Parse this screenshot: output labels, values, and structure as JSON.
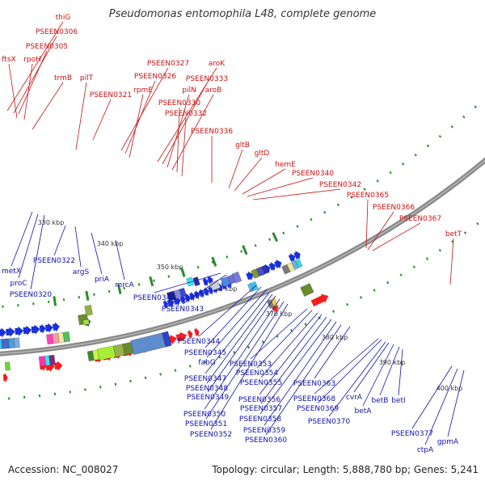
{
  "title": "Pseudomonas entomophila L48, complete genome",
  "footer": {
    "accession": "Accession: NC_008027",
    "summary": "Topology: circular; Length: 5,888,780 bp; Genes: 5,241"
  },
  "colors": {
    "backbone": "#8a8a8a",
    "forward_label": "#cc1111",
    "reverse_label": "#1010aa",
    "tick": "#2e8b2e",
    "forward_gene": "#ff1a1a",
    "reverse_gene": "#1a2fe0"
  },
  "ticks": [
    "330 kbp",
    "340 kbp",
    "350 kbp",
    "360 kbp",
    "370 kbp",
    "380 kbp",
    "390 kbp",
    "400 kbp"
  ],
  "forward_labels": [
    "thiG",
    "PSEEN0306",
    "PSEEN0305",
    "ftsX",
    "rpoH",
    "trmB",
    "pilT",
    "PSEEN0321",
    "PSEEN0327",
    "PSEEN0326",
    "rpmE",
    "aroK",
    "PSEEN0333",
    "pilN",
    "aroB",
    "PSEEN0330",
    "PSEEN0332",
    "PSEEN0336",
    "gltB",
    "gltD",
    "hemE",
    "PSEEN0340",
    "PSEEN0342",
    "PSEEN0365",
    "PSEEN0366",
    "PSEEN0367",
    "betT"
  ],
  "reverse_labels": [
    "metX",
    "proC",
    "PSEEN0320",
    "PSEEN0322",
    "argS",
    "priA",
    "mrcA",
    "PSEEN0341",
    "PSEEN0343",
    "PSEEN0344",
    "PSEEN0345",
    "fabG",
    "PSEEN0347",
    "PSEEN0348",
    "PSEEN0349",
    "PSEEN0350",
    "PSEEN0351",
    "PSEEN0352",
    "PSEEN0353",
    "PSEEN0354",
    "PSEEN0355",
    "PSEEN0356",
    "PSEEN0357",
    "PSEEN0358",
    "PSEEN0359",
    "PSEEN0360",
    "PSEEN0363",
    "PSEEN0368",
    "PSEEN0369",
    "PSEEN0370",
    "cvrA",
    "betA",
    "betB",
    "betI",
    "PSEEN0377",
    "ctpA",
    "gpmA"
  ]
}
